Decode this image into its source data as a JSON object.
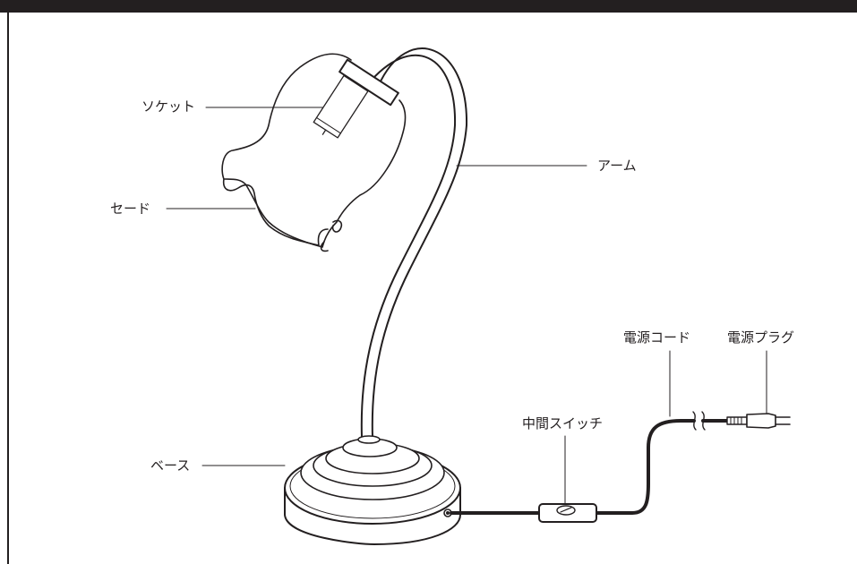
{
  "labels": {
    "socket": "ソケット",
    "shade": "セード",
    "arm": "アーム",
    "base": "ベース",
    "power_cord": "電源コード",
    "power_plug": "電源プラグ",
    "inline_switch": "中間スイッチ"
  },
  "colors": {
    "ink": "#231f20",
    "background": "#ffffff"
  }
}
